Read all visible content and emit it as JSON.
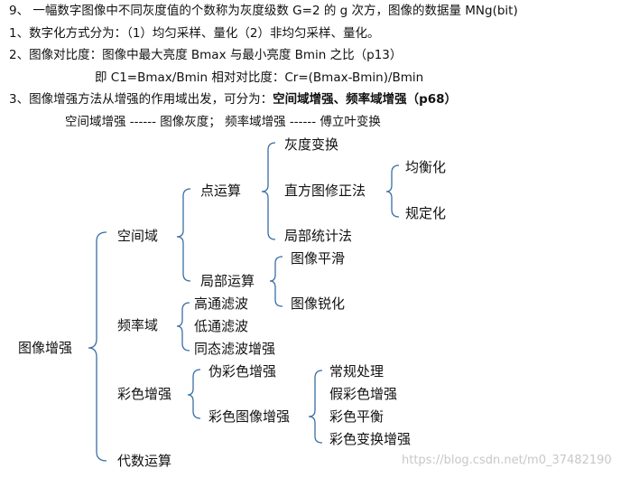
{
  "lines": {
    "l1": "9、 一幅数字图像中不同灰度值的个数称为灰度级数 G=2 的 g 次方，图像的数据量 MNg(bit)",
    "l2": "1、数字化方式分为：（1）均匀采样、量化（2）非均匀采样、量化。",
    "l3": "2、图像对比度：图像中最大亮度 Bmax 与最小亮度 Bmin 之比（p13）",
    "l4": "即 C1=Bmax/Bmin   相对对比度：Cr=(Bmax-Bmin)/Bmin",
    "l5_prefix": "3、图像增强方法从增强的作用域出发，可分为：",
    "l5_bold": "空间域增强、频率域增强（p68）",
    "l6": "空间域增强 ------ 图像灰度；  频率域增强 ------ 傅立叶变换"
  },
  "tree": {
    "root": "图像增强",
    "spatial": "空间域",
    "point_op": "点运算",
    "gray_transform": "灰度变换",
    "hist_mod": "直方图修正法",
    "equalize": "均衡化",
    "specify": "规定化",
    "local_stat": "局部统计法",
    "local_op": "局部运算",
    "smooth": "图像平滑",
    "sharpen": "图像锐化",
    "freq": "频率域",
    "highpass": "高通滤波",
    "lowpass": "低通滤波",
    "homomorphic": "同态滤波增强",
    "color": "彩色增强",
    "pseudo": "伪彩色增强",
    "color_img": "彩色图像增强",
    "regular": "常规处理",
    "false_color": "假彩色增强",
    "color_balance": "彩色平衡",
    "color_transform": "彩色变换增强",
    "algebra": "代数运算"
  },
  "watermark": "https://blog.csdn.net/m0_37482190"
}
